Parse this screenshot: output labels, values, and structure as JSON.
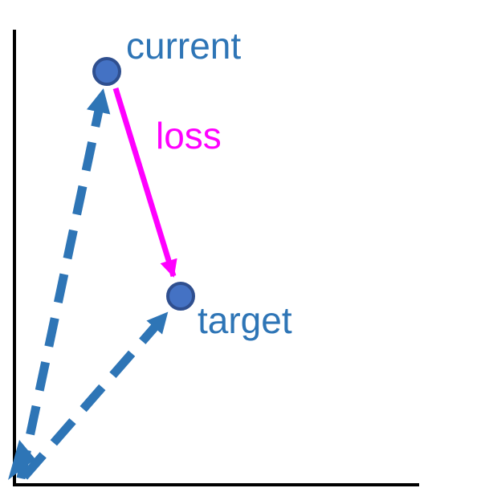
{
  "labels": {
    "current": "current",
    "loss": "loss",
    "target": "target"
  },
  "colors": {
    "axis": "#000000",
    "vector": "#2E75B6",
    "point_fill": "#4472C4",
    "point_stroke": "#2F4F8F",
    "loss_arrow": "#FF00FF",
    "label_text": "#2E75B6",
    "loss_text": "#FF00FF"
  }
}
